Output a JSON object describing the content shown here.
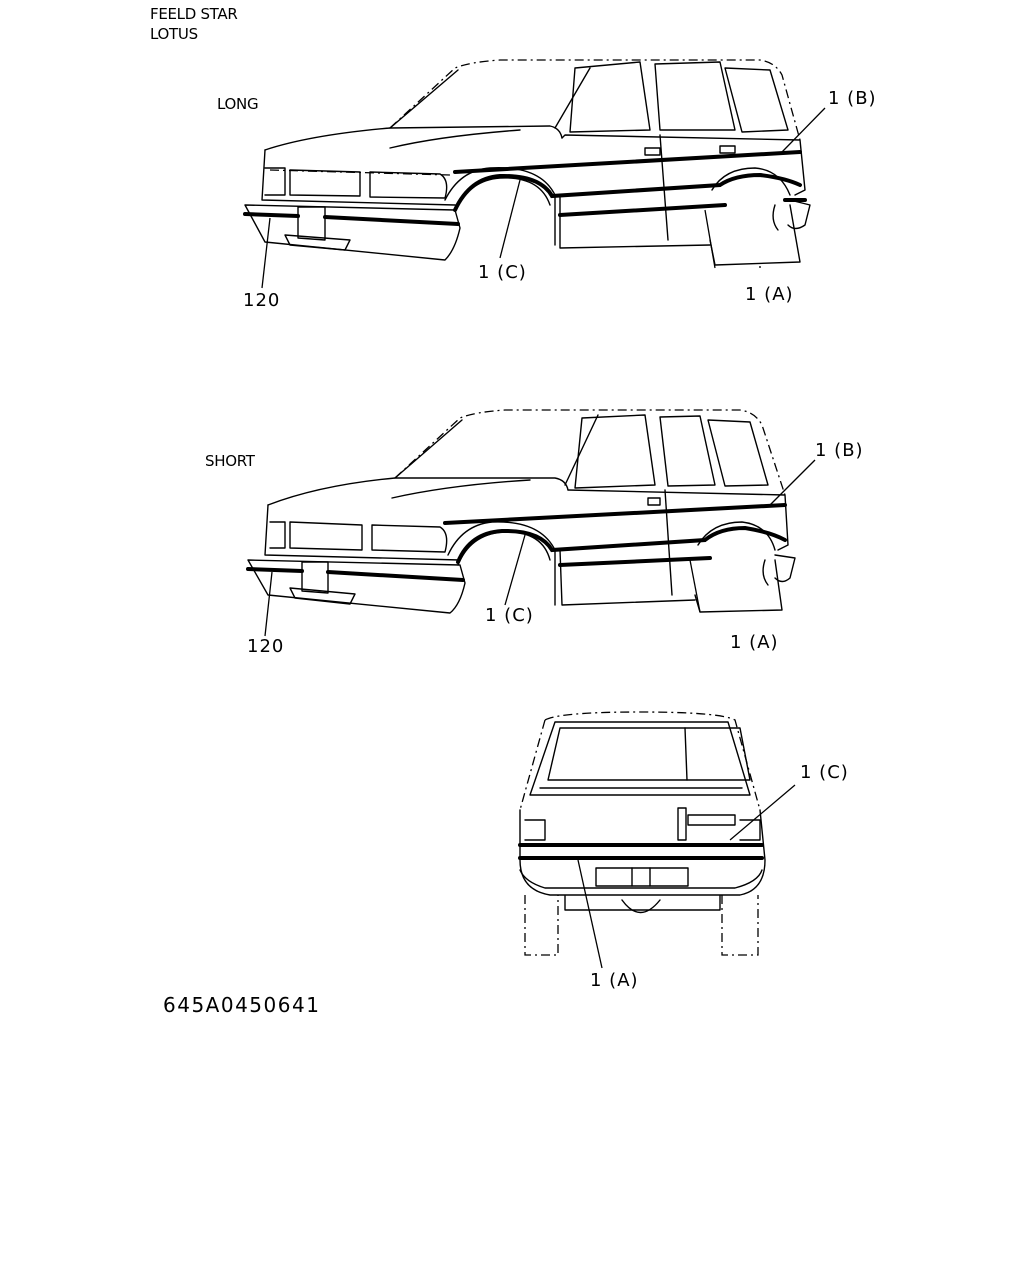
{
  "header": {
    "line1": "FEELD STAR",
    "line2": "LOTUS"
  },
  "views": {
    "long": {
      "label": "LONG",
      "callouts": {
        "b": "1 (B)",
        "c": "1 (C)",
        "a": "1 (A)",
        "part120": "120"
      }
    },
    "short": {
      "label": "SHORT",
      "callouts": {
        "b": "1 (B)",
        "c": "1 (C)",
        "a": "1 (A)",
        "part120": "120"
      }
    },
    "rear": {
      "callouts": {
        "c": "1 (C)",
        "a": "1 (A)"
      }
    }
  },
  "drawing_code": "645A0450641"
}
